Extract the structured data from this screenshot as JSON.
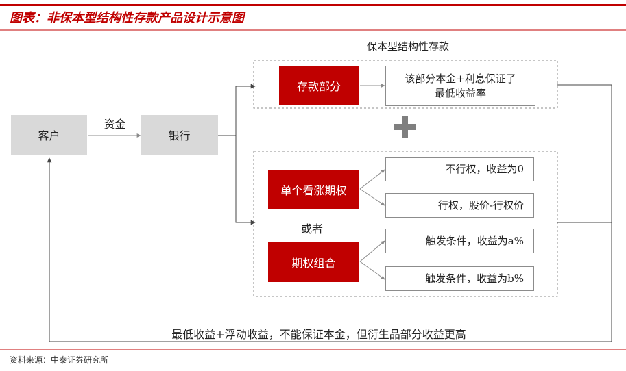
{
  "header": {
    "title": "图表：非保本型结构性存款产品设计示意图"
  },
  "diagram": {
    "client": "客户",
    "funds_label": "资金",
    "bank": "银行",
    "principal_group_title": "保本型结构性存款",
    "deposit_part": "存款部分",
    "deposit_desc_line1": "该部分本金+利息保证了",
    "deposit_desc_line2": "最低收益率",
    "single_call": "单个看涨期权",
    "no_exercise": "不行权，收益为0",
    "exercise": "行权，股价-行权价",
    "or_label": "或者",
    "option_combo": "期权组合",
    "trigger_a": "触发条件，收益为a%",
    "trigger_b": "触发条件，收益为b%",
    "return_label": "最低收益+浮动收益，不能保证本金，但衍生品部分收益更高"
  },
  "footer": {
    "source": "资料来源：中泰证券研究所"
  },
  "colors": {
    "brand_red": "#c00000",
    "gray_box": "#d9d9d9",
    "connector": "#7f7f7f"
  }
}
